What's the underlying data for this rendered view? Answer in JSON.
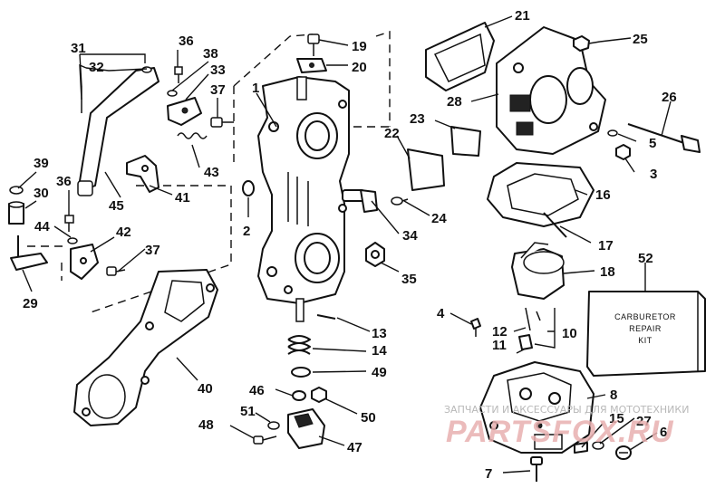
{
  "callouts": {
    "c1": "1",
    "c2": "2",
    "c3": "3",
    "c4": "4",
    "c5": "5",
    "c6": "6",
    "c7": "7",
    "c8": "8",
    "c10": "10",
    "c11": "11",
    "c12": "12",
    "c13": "13",
    "c14": "14",
    "c15": "15",
    "c16": "16",
    "c17": "17",
    "c18": "18",
    "c19": "19",
    "c20": "20",
    "c21": "21",
    "c22": "22",
    "c23": "23",
    "c24": "24",
    "c25": "25",
    "c26": "26",
    "c27": "27",
    "c28": "28",
    "c29": "29",
    "c30": "30",
    "c31": "31",
    "c32": "32",
    "c33": "33",
    "c34": "34",
    "c35": "35",
    "c36a": "36",
    "c36b": "36",
    "c37a": "37",
    "c37b": "37",
    "c38": "38",
    "c39": "39",
    "c40": "40",
    "c41": "41",
    "c42": "42",
    "c43": "43",
    "c44": "44",
    "c45": "45",
    "c46": "46",
    "c47": "47",
    "c48": "48",
    "c49": "49",
    "c50": "50",
    "c51": "51",
    "c52": "52"
  },
  "repair_kit": {
    "line1": "CARBURETOR",
    "line2": "REPAIR",
    "line3": "KIT"
  },
  "watermark": {
    "small": "ЗАПЧАСТИ И АКСЕССУАРЫ ДЛЯ МОТОТЕХНИКИ",
    "big": "PARTSFOX.RU"
  }
}
